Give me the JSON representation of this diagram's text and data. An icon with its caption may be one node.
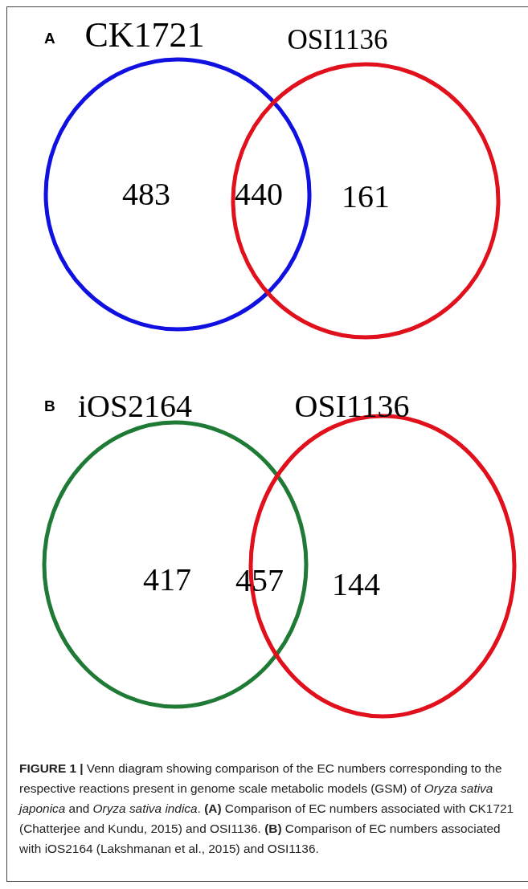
{
  "diagram": {
    "caption": "**FIGURE 1 |** Venn diagram showing comparison of the EC numbers corresponding to the respective reactions present in genome scale metabolic models (GSM) of *Oryza sativa japonica* and *Oryza sativa indica*. **(A)** Comparison of EC numbers associated with CK1721 (Chatterjee and Kundu, 2015) and OSI1136. **(B)** Comparison of EC numbers associated with iOS2164 (Lakshmanan et al., 2015) and OSI1136.",
    "nodes": [
      {
        "text": [
          "CK1721",
          "483"
        ]
      },
      {
        "text": [
          "OSI1136",
          "161"
        ]
      },
      {
        "text": [
          "iOS2164",
          "417"
        ]
      },
      {
        "text": [
          "OSI1136",
          "144"
        ]
      }
    ],
    "edges": [],
    "labels": [
      "A",
      "440",
      "B",
      "457"
    ]
  }
}
